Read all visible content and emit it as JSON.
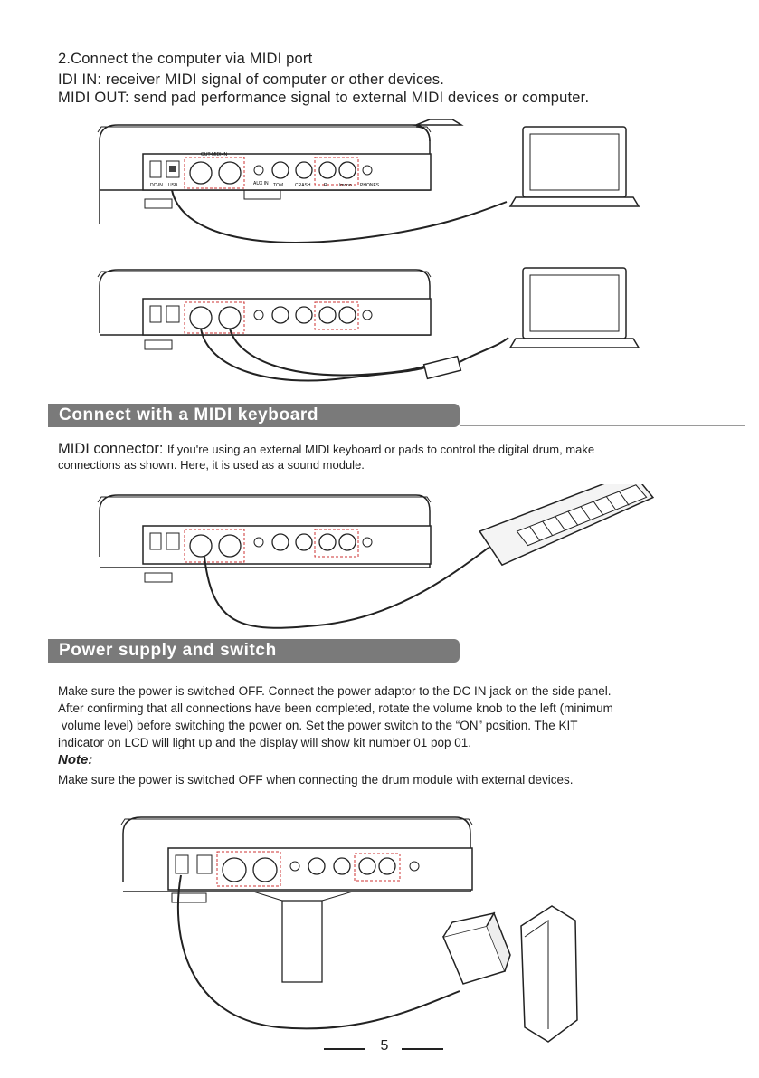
{
  "midi_port": {
    "heading": "2.Connect the computer via MIDI port",
    "line_in": "IDI IN: receiver MIDI signal of computer or other devices.",
    "line_out": "MIDI OUT: send pad performance signal to external MIDI devices or computer."
  },
  "module_labels": {
    "dc_in": "DC-IN",
    "usb": "USB",
    "midi": "OUT-MIDI-IN",
    "aux_in": "AUX IN",
    "phones": "PHONES",
    "r": "R",
    "output": "L/mono",
    "tom": "TOM",
    "crash": "CRASH"
  },
  "keyboard_section": {
    "title": "Connect with a MIDI keyboard",
    "lead": "MIDI connector:",
    "text_1": "If you're using an external MIDI keyboard or pads to control the digital drum, make",
    "text_2": "connections as shown. Here, it is used as a sound module."
  },
  "power_section": {
    "title": "Power supply and switch",
    "p1": "Make sure the power is switched OFF. Connect the power adaptor to the DC IN jack on the side panel.",
    "p2": "After confirming that all connections have been completed, rotate the volume knob to the left (minimum",
    "p3": " volume level) before switching the power on. Set the power switch to the “ON” position. The KIT",
    "p4": "indicator on LCD will light up and the display will show kit number 01 pop 01.",
    "note_label": "Note:",
    "note_text": "Make sure the power is switched OFF when connecting the drum module with external devices."
  },
  "page_number": "5"
}
